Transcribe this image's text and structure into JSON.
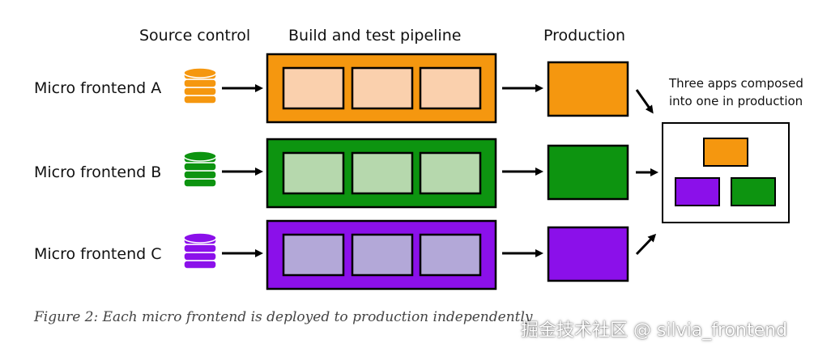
{
  "headers": {
    "source": "Source control",
    "pipeline": "Build and test pipeline",
    "production": "Production"
  },
  "rows": [
    {
      "label": "Micro frontend A",
      "color": "#f5970f",
      "light": "#fad0ad"
    },
    {
      "label": "Micro frontend B",
      "color": "#0d9410",
      "light": "#b6d8ad"
    },
    {
      "label": "Micro frontend C",
      "color": "#8b10ea",
      "light": "#b3a8d8"
    }
  ],
  "composed_note": "Three apps composed\ninto one in production",
  "caption": "Figure 2: Each micro frontend is deployed to production independently",
  "watermark": "掘金技术社区 @ silvia_frontend"
}
